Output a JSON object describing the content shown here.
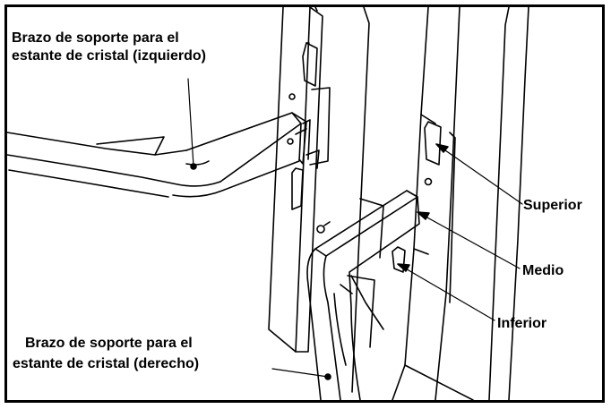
{
  "labels": {
    "left_arm_line1": "Brazo de soporte para el",
    "left_arm_line2": "estante de cristal (izquierdo)",
    "right_arm_line1": "Brazo de soporte para el",
    "right_arm_line2": "estante de cristal (derecho)",
    "upper": "Superior",
    "middle": "Medio",
    "lower": "Inferior"
  },
  "colors": {
    "stroke": "#000000",
    "background": "#ffffff"
  }
}
